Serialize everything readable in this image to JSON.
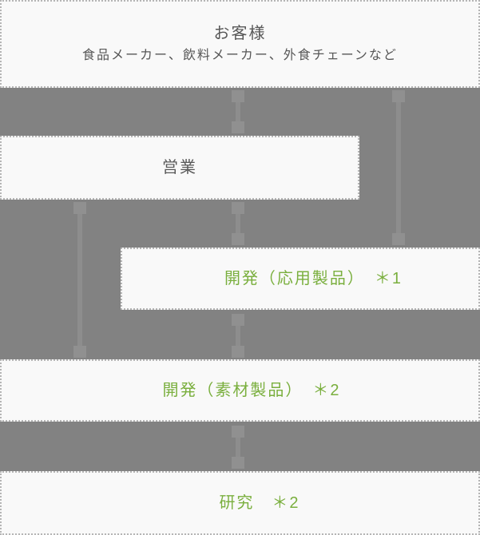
{
  "diagram": {
    "boxes": {
      "customers": {
        "title": "お客様",
        "subtitle": "食品メーカー、飲料メーカー、外食チェーンなど"
      },
      "sales": {
        "label": "営業"
      },
      "dev_applied": {
        "label": "開発（応用製品）　＊1"
      },
      "dev_material": {
        "label": "開発（素材製品）　＊2"
      },
      "research": {
        "label": "研究　＊2"
      }
    },
    "colors": {
      "background": "#828282",
      "box_fill": "#f9f9f9",
      "border_dots": "#b5b5b5",
      "dark_text": "#575757",
      "green_text": "#7aaf3e",
      "connector": "#8d8d8d"
    }
  }
}
